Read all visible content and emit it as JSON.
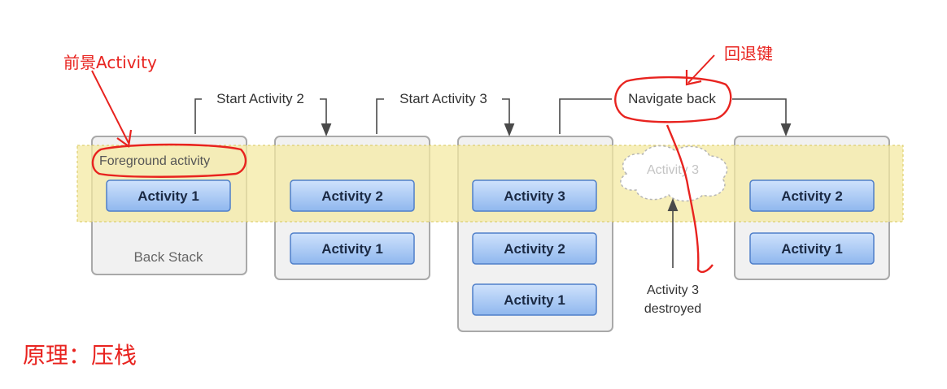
{
  "annotations": {
    "foreground_cn": "前景Activity",
    "back_key_cn": "回退键",
    "principle_cn": "原理：压栈"
  },
  "transitions": {
    "start2": "Start Activity 2",
    "start3": "Start Activity 3",
    "navigate_back": "Navigate back"
  },
  "labels": {
    "foreground_activity": "Foreground activity",
    "back_stack": "Back Stack",
    "destroyed_ghost": "Activity 3",
    "destroyed_caption_line1": "Activity 3",
    "destroyed_caption_line2": "destroyed"
  },
  "stacks": [
    {
      "activities": [
        "Activity 1"
      ]
    },
    {
      "activities": [
        "Activity 2",
        "Activity 1"
      ]
    },
    {
      "activities": [
        "Activity 3",
        "Activity 2",
        "Activity 1"
      ]
    },
    {
      "activities": [
        "Activity 2",
        "Activity 1"
      ]
    }
  ],
  "colors": {
    "annotation_red": "#e8231f",
    "foreground_band": "#f4eaa3",
    "activity_fill_top": "#c9defb",
    "activity_fill_bottom": "#8fb7ee",
    "activity_border": "#4f7fc9",
    "stack_border": "#a9a9a9",
    "stack_fill": "#f1f1f1"
  }
}
